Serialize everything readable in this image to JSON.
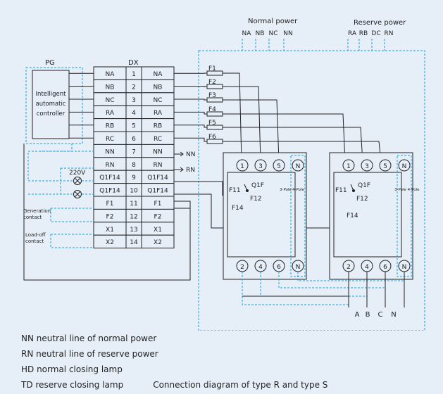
{
  "diagram": {
    "normal_power_title": "Normal power",
    "reserve_power_title": "Reserve power",
    "normal_cols": [
      "NA",
      "NB",
      "NC",
      "NN"
    ],
    "reserve_cols": [
      "RA",
      "RB",
      "DC",
      "RN"
    ],
    "pg_label": "PG",
    "controller_lines": [
      "Intelligent",
      "automatic",
      "controller"
    ],
    "dx_label": "DX",
    "terminal_rows": [
      {
        "left": "NA",
        "num": "1",
        "right": "NA"
      },
      {
        "left": "NB",
        "num": "2",
        "right": "NB"
      },
      {
        "left": "NC",
        "num": "3",
        "right": "NC"
      },
      {
        "left": "RA",
        "num": "4",
        "right": "RA"
      },
      {
        "left": "RB",
        "num": "5",
        "right": "RB"
      },
      {
        "left": "RC",
        "num": "6",
        "right": "RC"
      },
      {
        "left": "NN",
        "num": "7",
        "right": "NN"
      },
      {
        "left": "RN",
        "num": "8",
        "right": "RN"
      },
      {
        "left": "Q1F14",
        "num": "9",
        "right": "Q1F14"
      },
      {
        "left": "Q1F14",
        "num": "10",
        "right": "Q1F14"
      },
      {
        "left": "F1",
        "num": "11",
        "right": "F1"
      },
      {
        "left": "F2",
        "num": "12",
        "right": "F2"
      },
      {
        "left": "X1",
        "num": "13",
        "right": "X1"
      },
      {
        "left": "X2",
        "num": "14",
        "right": "X2"
      }
    ],
    "nn_arrow": "NN",
    "rn_arrow": "RN",
    "lamp_voltage": "220V",
    "generation_contact": [
      "Generation",
      "contact"
    ],
    "loadoff_contact": [
      "Load-off",
      "contact"
    ],
    "fuses": [
      "F1",
      "F2",
      "F3",
      "F4",
      "F5",
      "F6"
    ],
    "top_terminals": [
      "1",
      "3",
      "5",
      "N"
    ],
    "bottom_terminals": [
      "2",
      "4",
      "6",
      "N"
    ],
    "breaker_label": "Q1F",
    "f11": "F11",
    "f12": "F12",
    "f14": "F14",
    "pole3": "3-Pole",
    "pole4": "4-Pole",
    "pole34": "3-Pole 4-Pole",
    "output_labels": [
      "A",
      "B",
      "C",
      "N"
    ]
  },
  "legend": {
    "lines": [
      "NN neutral line of normal power",
      "RN neutral line of reserve power",
      "HD normal closing lamp",
      "TD reserve closing lamp"
    ],
    "caption": "Connection diagram of type R and type S"
  },
  "colors": {
    "background": "#e6eff8",
    "wire": "#222222",
    "dashed": "#1aa0dc"
  }
}
